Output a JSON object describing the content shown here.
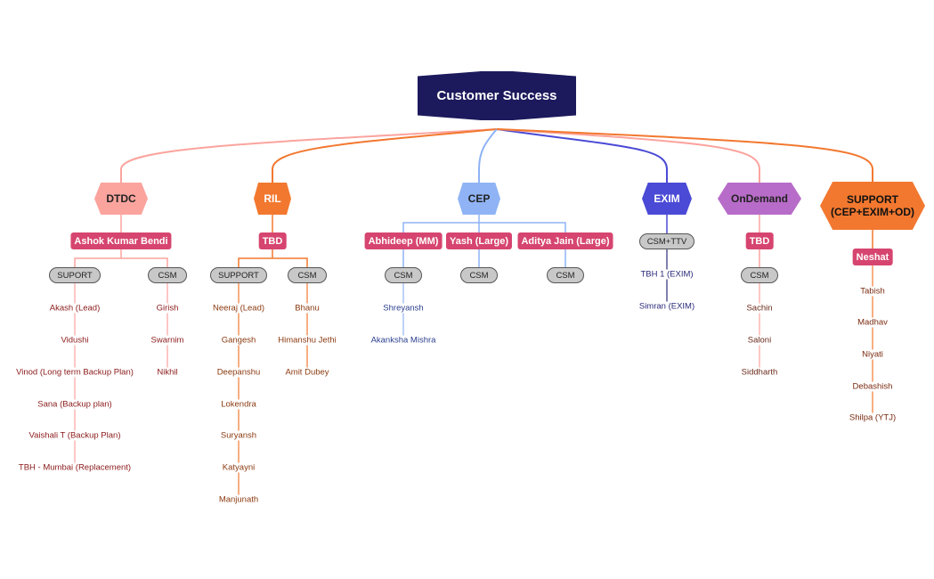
{
  "root": {
    "title": "Customer Success"
  },
  "branches": {
    "dtdc": {
      "title": "DTDC",
      "lead": "Ashok Kumar Bendi",
      "color": "#fba49e",
      "lead_color": "#d6456f",
      "groups": [
        {
          "label": "SUPORT",
          "members": [
            "Akash (Lead)",
            "Vidushi",
            "Vinod (Long term Backup Plan)",
            "Sana (Backup plan)",
            "Vaishali T (Backup Plan)",
            "TBH - Mumbai (Replacement)"
          ]
        },
        {
          "label": "CSM",
          "members": [
            "Girish",
            "Swarnim",
            "Nikhil"
          ]
        }
      ]
    },
    "ril": {
      "title": "RIL",
      "lead": "TBD",
      "color": "#f2782f",
      "lead_color": "#d6456f",
      "groups": [
        {
          "label": "SUPPORT",
          "members": [
            "Neeraj (Lead)",
            "Gangesh",
            "Deepanshu",
            "Lokendra",
            "Suryansh",
            "Katyayni",
            "Manjunath"
          ]
        },
        {
          "label": "CSM",
          "members": [
            "Bhanu",
            "Himanshu Jethi",
            "Amit Dubey"
          ]
        }
      ]
    },
    "cep": {
      "title": "CEP",
      "color": "#8fb3f5",
      "lead_color": "#d6456f",
      "leads": [
        {
          "name": "Abhideep (MM)",
          "group": "CSM",
          "members": [
            "Shreyansh",
            "Akanksha Mishra"
          ]
        },
        {
          "name": "Yash (Large)",
          "group": "CSM",
          "members": []
        },
        {
          "name": "Aditya Jain (Large)",
          "group": "CSM",
          "members": []
        }
      ]
    },
    "exim": {
      "title": "EXIM",
      "color": "#4a4ad6",
      "group": "CSM+TTV",
      "members": [
        "TBH 1 (EXIM)",
        "Simran (EXIM)"
      ]
    },
    "ondemand": {
      "title": "OnDemand",
      "lead": "TBD",
      "color": "#b86cc9",
      "lead_color": "#d6456f",
      "group": "CSM",
      "members": [
        "Sachin",
        "Saloni",
        "Siddharth"
      ]
    },
    "support": {
      "title_line1": "SUPPORT",
      "title_line2": "(CEP+EXIM+OD)",
      "lead": "Neshat",
      "color": "#f2782f",
      "lead_color": "#d6456f",
      "members": [
        "Tabish",
        "Madhav",
        "Niyati",
        "Debashish",
        "Shilpa (YTJ)"
      ]
    }
  },
  "colors": {
    "root": "#1c1a5c",
    "dtdc_text": "#8b1a1a",
    "ril_text": "#8b3a10",
    "cep_text": "#2a3f8f",
    "exim_text": "#2a2a7a",
    "od_text": "#6a2a1a",
    "support_text": "#7a2a10"
  }
}
